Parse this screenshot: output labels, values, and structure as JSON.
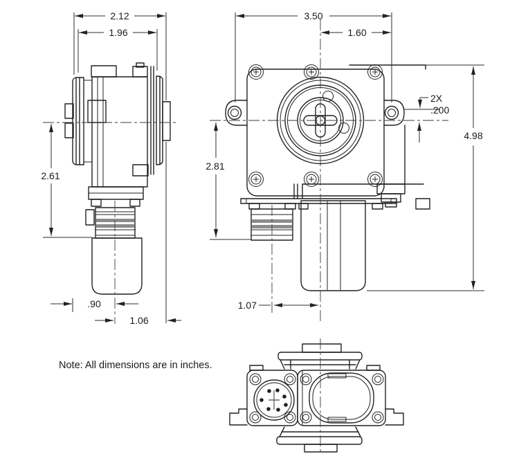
{
  "note": "Note: All dimensions are in inches.",
  "colors": {
    "line": "#231f20",
    "dimension": "#2b2b2b",
    "groove_band": "#8c8c8c",
    "background": "#ffffff"
  },
  "dims": {
    "side_overall_width": "2.12",
    "side_ferrule_width": "1.96",
    "side_body_height": "2.61",
    "side_center_to_left": ".90",
    "side_center_to_right": "1.06",
    "front_ear_span": "3.50",
    "front_center_to_right_ear": "1.60",
    "ear_offset_count": "2X",
    "ear_offset": ".200",
    "front_overall_height": "4.98",
    "front_center_to_bottom": "2.81",
    "connector_center_offset": "1.07"
  }
}
